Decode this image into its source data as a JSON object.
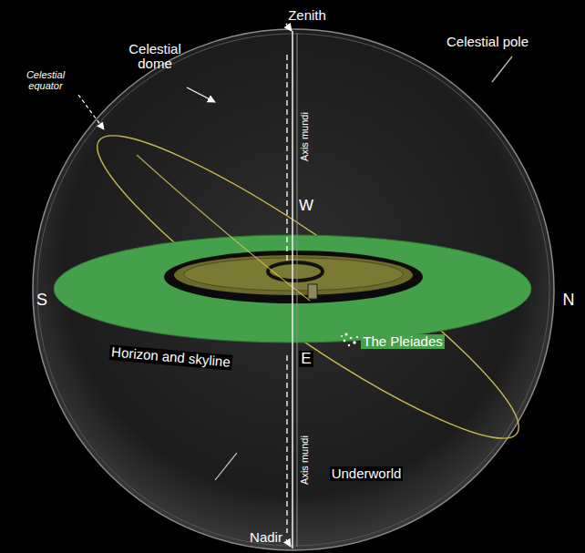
{
  "diagram": {
    "labels": [
      "Zenith",
      "Celestial dome",
      "Celestial pole",
      "Celestial equator",
      "Axis mundi",
      "W",
      "S",
      "N",
      "The Pleiades",
      "Horizon and skyline",
      "E",
      "Axis mundi",
      "Underworld",
      "Nadir"
    ]
  }
}
